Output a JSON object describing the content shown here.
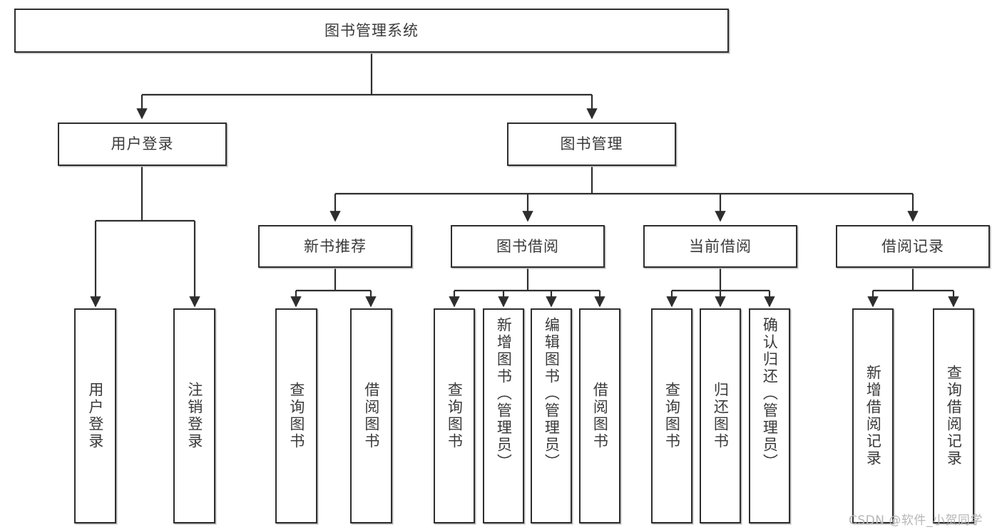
{
  "diagram": {
    "title": "图书管理系统",
    "type": "tree-hierarchy-functional-decomposition",
    "root": {
      "id": "root",
      "label": "图书管理系统"
    },
    "level2": [
      {
        "id": "user-login",
        "label": "用户登录"
      },
      {
        "id": "book-management",
        "label": "图书管理"
      }
    ],
    "level3": [
      {
        "id": "new-book-recommend",
        "label": "新书推荐"
      },
      {
        "id": "book-borrow",
        "label": "图书借阅"
      },
      {
        "id": "current-borrow",
        "label": "当前借阅"
      },
      {
        "id": "borrow-record",
        "label": "借阅记录"
      }
    ],
    "leaves": {
      "user_login": [
        {
          "id": "leaf-user-login",
          "label": "用户登录"
        },
        {
          "id": "leaf-logout-login",
          "label": "注销登录"
        }
      ],
      "new_book_recommend": [
        {
          "id": "leaf-query-book-1",
          "label": "查询图书"
        },
        {
          "id": "leaf-borrow-book-1",
          "label": "借阅图书"
        }
      ],
      "book_borrow": [
        {
          "id": "leaf-query-book-2",
          "label": "查询图书"
        },
        {
          "id": "leaf-add-book",
          "label": "新增图书（管理员）"
        },
        {
          "id": "leaf-edit-book",
          "label": "编辑图书（管理员）"
        },
        {
          "id": "leaf-borrow-book-2",
          "label": "借阅图书"
        }
      ],
      "current_borrow": [
        {
          "id": "leaf-query-book-3",
          "label": "查询图书"
        },
        {
          "id": "leaf-return-book",
          "label": "归还图书"
        },
        {
          "id": "leaf-confirm-return",
          "label": "确认归还（管理员）"
        }
      ],
      "borrow_record": [
        {
          "id": "leaf-add-record",
          "label": "新增借阅记录"
        },
        {
          "id": "leaf-query-record",
          "label": "查询借阅记录"
        }
      ]
    }
  },
  "watermark": {
    "text": "CSDN @软件_小贺同学"
  },
  "colors": {
    "box_border": "#2e2e2e",
    "box_fill": "#ffffff",
    "box_shadow": "#b9b9b9",
    "text": "#3a3a3a",
    "connector": "#2e2e2e",
    "watermark": "#b6b6b6",
    "background": "#ffffff"
  }
}
